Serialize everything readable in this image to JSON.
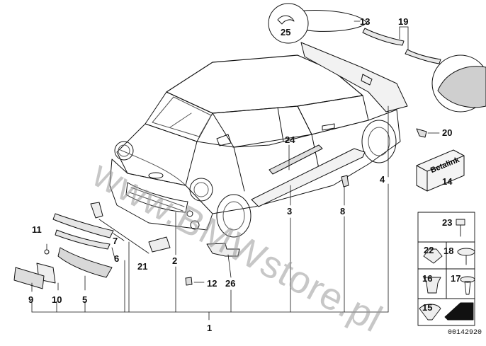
{
  "watermark": "www.BMWstore.pl",
  "document_number": "00142920",
  "brand_label": "Betalink",
  "callouts": {
    "c1": "1",
    "c2": "2",
    "c3": "3",
    "c4": "4",
    "c5": "5",
    "c6": "6",
    "c7": "7",
    "c8": "8",
    "c9": "9",
    "c10": "10",
    "c11": "11",
    "c12": "12",
    "c13": "13",
    "c14": "14",
    "c15": "15",
    "c16": "16",
    "c17": "17",
    "c18": "18",
    "c19": "19",
    "c20": "20",
    "c21": "21",
    "c22": "22",
    "c23": "23",
    "c24": "24",
    "c25": "25",
    "c26": "26"
  }
}
